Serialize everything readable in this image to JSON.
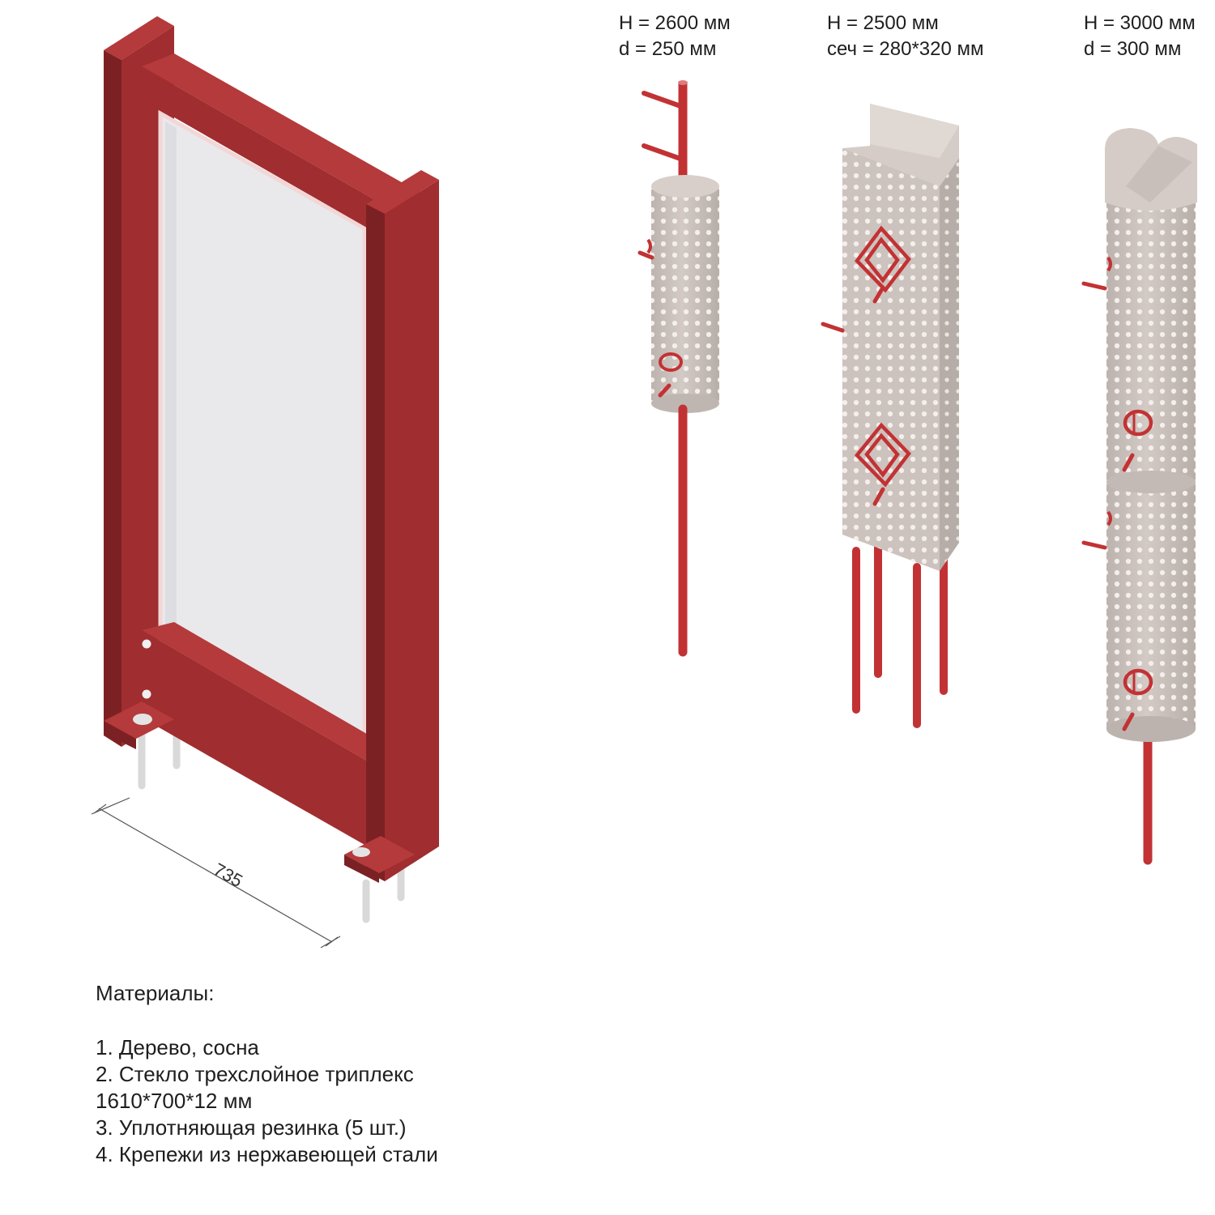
{
  "colors": {
    "frame": "#a02d2f",
    "frame_shadow": "#7c2123",
    "frame_light": "#b53a3b",
    "glass": "#e9e9ec",
    "post_body": "#cdc3be",
    "post_shade": "#bab0ab",
    "post_top": "#d8cfca",
    "perforation": "#f4efec",
    "rod": "#c23234"
  },
  "frame_panel": {
    "dimension": "735"
  },
  "posts": [
    {
      "line1": "H = 2600 мм",
      "line2": "d = 250 мм",
      "shape": "cylinder"
    },
    {
      "line1": "H = 2500 мм",
      "line2": "сеч = 280*320 мм",
      "shape": "square-prism"
    },
    {
      "line1": "H = 3000 мм",
      "line2": "d = 300 мм",
      "shape": "cylinder"
    }
  ],
  "materials": {
    "title": "Материалы:",
    "items": [
      "1. Дерево, сосна",
      "2. Стекло трехслойное триплекс\n1610*700*12 мм",
      "3. Уплотняющая резинка (5 шт.)",
      "4. Крепежи из нержавеющей стали"
    ]
  }
}
